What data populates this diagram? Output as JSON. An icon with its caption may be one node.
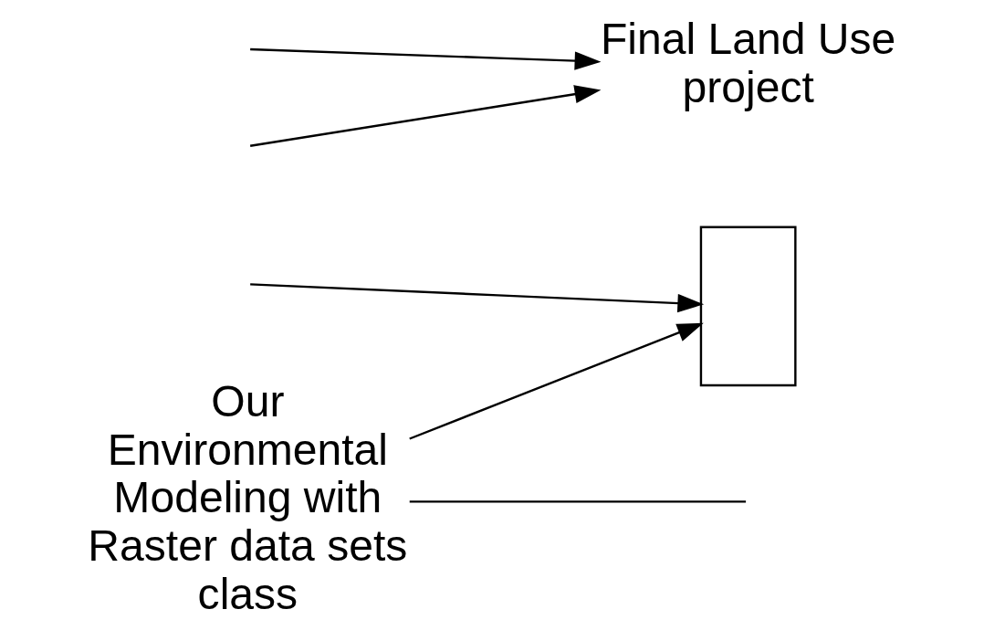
{
  "diagram": {
    "nodes": [
      {
        "text": [
          "Our Environmental Modeling with Raster data sets class"
        ]
      },
      {
        "text": [
          "Final Land Use project"
        ]
      },
      {
        "text": [],
        "shape": "box"
      }
    ],
    "edges": [
      {
        "from": null,
        "to": 1,
        "arrow": "to"
      },
      {
        "from": null,
        "to": 1,
        "arrow": "to"
      },
      {
        "from": 0,
        "to": 2,
        "arrow": "to"
      },
      {
        "from": null,
        "to": 2,
        "arrow": "to"
      },
      {
        "from": 0,
        "to": null,
        "arrow": "none"
      }
    ]
  }
}
